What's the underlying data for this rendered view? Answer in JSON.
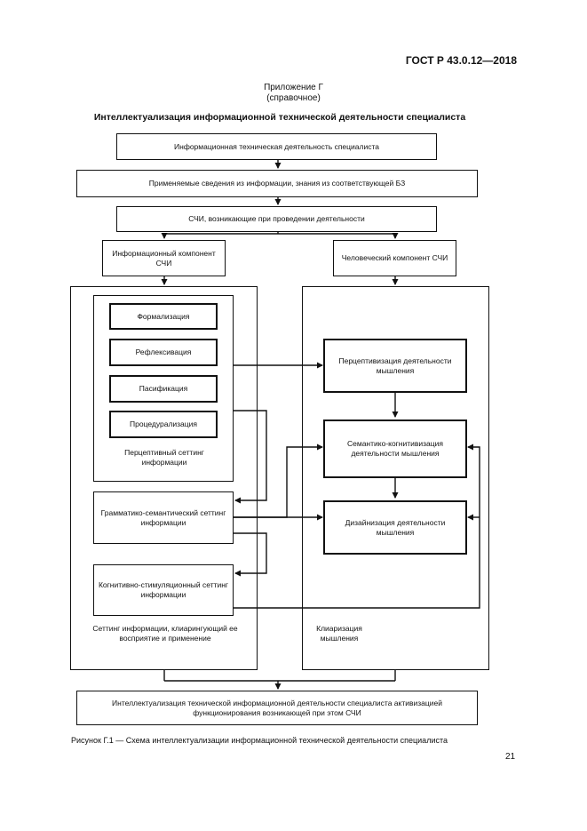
{
  "header": {
    "standard": "ГОСТ Р 43.0.12—2018"
  },
  "appendix": {
    "title": "Приложение Г",
    "note": "(справочное)"
  },
  "section_title": "Интеллектуализация информационной технической деятельности специалиста",
  "diagram": {
    "box1": "Информационная техническая деятельность специалиста",
    "box2": "Применяемые сведения из информации, знания из соответствующей БЗ",
    "box3": "СЧИ, возникающие при проведении деятельности",
    "info_component": "Информационный компонент СЧИ",
    "human_component": "Человеческий компонент СЧИ",
    "formalization": "Формализация",
    "reflection": "Рефлексивация",
    "pacification": "Пасификация",
    "proceduralization": "Процедурализация",
    "perceptive_setting": "Перцептивный сеттинг информации",
    "grammatical_setting": "Грамматико-семантический сеттинг информации",
    "cognitive_setting": "Когнитивно-стимуляционный сеттинг информации",
    "left_caption": "Сеттинг информации, клиарингующий ее восприятие и применение",
    "perceptivization": "Перцептивизация деятельности мышления",
    "semantic_cognitivization": "Семантико-когнитивизация деятельности мышления",
    "designization": "Дизайнизация деятельности мышления",
    "right_caption": "Клиаризация мышления",
    "bottom_box": "Интеллектуализация технической информационной деятельности специалиста активизацией функционирования возникающей при этом СЧИ"
  },
  "figure_caption": "Рисунок Г.1 — Схема интеллектуализации информационной технической деятельности специалиста",
  "page_number": "21"
}
